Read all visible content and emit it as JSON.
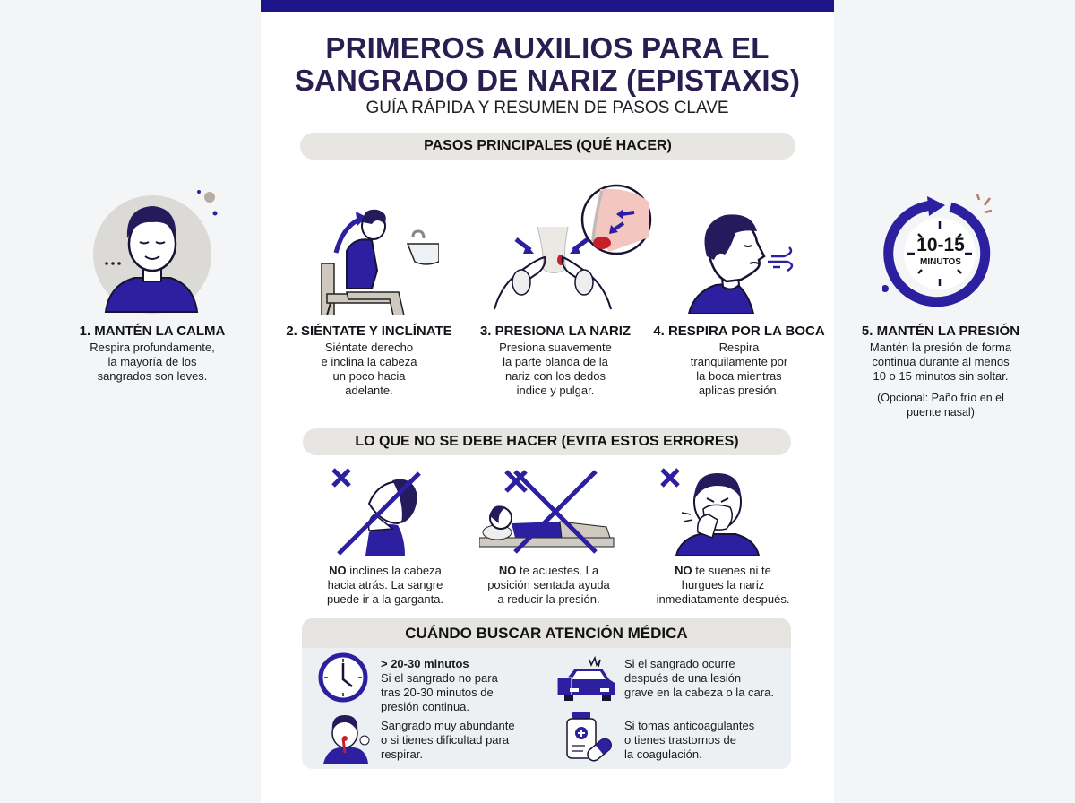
{
  "header": {
    "title_line1": "PRIMEROS AUXILIOS PARA EL",
    "title_line2": "SANGRADO DE NARIZ (EPISTAXIS)",
    "subtitle": "GUÍA RÁPIDA Y RESUMEN DE PASOS CLAVE"
  },
  "colors": {
    "brand_navy": "#1d1489",
    "title_purple": "#2a1d4f",
    "illustration_blue": "#2c1fa0",
    "pill_grey": "#e8e6e3",
    "page_bg": "#f3f5f7",
    "blood_red": "#c8202a"
  },
  "main_steps": {
    "heading": "PASOS PRINCIPALES (QUÉ HACER)",
    "items": [
      {
        "title": "1. MANTÉN LA CALMA",
        "desc_lines": [
          "Respira profundamente,",
          "la mayoría de los",
          "sangrados son leves."
        ],
        "icon": "calm-person-icon"
      },
      {
        "title": "2. SIÉNTATE Y INCLÍNATE",
        "desc_lines": [
          "Siéntate derecho",
          "e inclina la cabeza",
          "un poco hacia",
          "adelante."
        ],
        "icon": "sitting-lean-forward-icon"
      },
      {
        "title": "3. PRESIONA LA NARIZ",
        "desc_lines": [
          "Presiona suavemente",
          "la parte blanda de la",
          "nariz con los dedos",
          "indice y pulgar."
        ],
        "icon": "pinch-nose-icon"
      },
      {
        "title": "4. RESPIRA POR LA BOCA",
        "desc_lines": [
          "Respira",
          "tranquilamente por",
          "la boca mientras",
          "aplicas presión."
        ],
        "icon": "mouth-breathing-icon"
      },
      {
        "title": "5. MANTÉN LA PRESIÓN",
        "desc_lines": [
          "Mantén la presión de forma",
          "continua durante al menos",
          "10 o 15 minutos sin soltar."
        ],
        "note_lines": [
          "(Opcional: Paño frío en el",
          "puente nasal)"
        ],
        "icon": "timer-icon",
        "timer_value": "10-15",
        "timer_unit": "MINUTOS"
      }
    ]
  },
  "donts": {
    "heading": "LO QUE NO SE DEBE HACER (EVITA ESTOS ERRORES)",
    "items": [
      {
        "bold": "NO",
        "text_line1": " inclines la cabeza",
        "text_line2": "hacia atrás. La sangre",
        "text_line3": "puede ir a la garganta.",
        "icon": "head-tilt-back-icon"
      },
      {
        "bold": "NO",
        "text_line1": " te acuestes. La",
        "text_line2": "posición sentada ayuda",
        "text_line3": "a reducir la presión.",
        "icon": "lying-down-icon"
      },
      {
        "bold": "NO",
        "text_line1": " te suenes ni te",
        "text_line2": "hurgues la nariz",
        "text_line3": "inmediatamente después.",
        "icon": "blowing-nose-icon"
      }
    ]
  },
  "medical": {
    "heading": "CUÁNDO BUSCAR ATENCIÓN MÉDICA",
    "items": [
      {
        "bold": "> 20-30 minutos",
        "lines": [
          "Si el sangrado no para",
          "tras 20-30 minutos de",
          "presión continua."
        ],
        "icon": "clock-icon"
      },
      {
        "lines": [
          "Si el sangrado ocurre",
          "después de una lesión",
          "grave en la cabeza o la cara."
        ],
        "icon": "car-crash-icon"
      },
      {
        "lines": [
          "Sangrado muy abundante",
          "o si tienes dificultad para",
          "respirar."
        ],
        "icon": "heavy-bleeding-icon"
      },
      {
        "lines": [
          "Si tomas anticoagulantes",
          "o tienes trastornos de",
          "la coagulación."
        ],
        "icon": "medication-icon"
      }
    ]
  }
}
